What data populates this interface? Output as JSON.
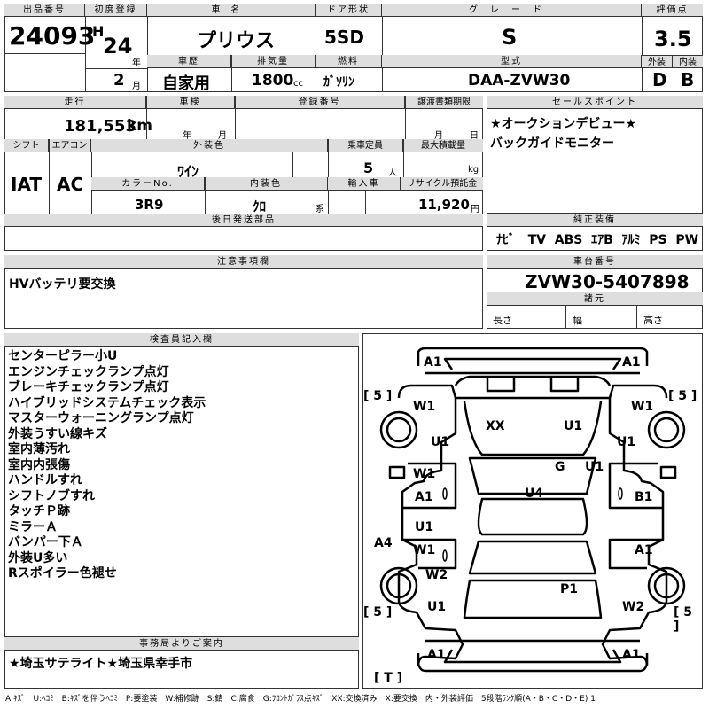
{
  "lot": {
    "label": "出品番号",
    "value": "24093"
  },
  "registration": {
    "label": "初度登録",
    "era": "H",
    "year": "24",
    "year_unit": "年",
    "month": "2",
    "month_unit": "月"
  },
  "car_name": {
    "label": "車名",
    "value": "プリウス"
  },
  "door": {
    "label": "ドア形状",
    "value": "5SD"
  },
  "grade": {
    "label": "グレード",
    "value": "S"
  },
  "score": {
    "label": "評価点",
    "value": "3.5",
    "exterior_label": "外装",
    "exterior_value": "D",
    "interior_label": "内装",
    "interior_value": "B"
  },
  "history": {
    "label": "車歴",
    "value": "自家用"
  },
  "displacement": {
    "label": "排気量",
    "value": "1800",
    "unit": "cc"
  },
  "fuel": {
    "label": "燃料",
    "value": "ｶﾞｿﾘﾝ"
  },
  "model": {
    "label": "型式",
    "value": "DAA-ZVW30"
  },
  "mileage": {
    "label": "走行",
    "value": "181,553",
    "unit": "km"
  },
  "inspection": {
    "label": "車検",
    "year_unit": "年",
    "month_unit": "月"
  },
  "reg_number": {
    "label": "登録番号"
  },
  "transfer": {
    "label": "譲渡書類期限",
    "month_unit": "月",
    "day_unit": "日"
  },
  "sales_point": {
    "label": "セールスポイント",
    "lines": [
      "★オークションデビュー★",
      "バックガイドモニター"
    ]
  },
  "shift": {
    "label": "シフト",
    "value": "IAT"
  },
  "aircon": {
    "label": "エアコン",
    "value": "AC"
  },
  "ext_color": {
    "label": "外装色",
    "value": "ﾜｲﾝ"
  },
  "capacity": {
    "label": "乗車定員",
    "value": "5",
    "unit": "人"
  },
  "max_load": {
    "label": "最大積載量",
    "unit": "kg"
  },
  "color_no": {
    "label": "カラーNo.",
    "value": "3R9"
  },
  "int_color": {
    "label": "内装色",
    "value": "ｸﾛ",
    "unit": "系"
  },
  "import": {
    "label": "輸入車"
  },
  "recycle": {
    "label": "リサイクル預託金",
    "value": "11,920",
    "unit": "円"
  },
  "later_parts": {
    "label": "後日発送部品"
  },
  "equipment": {
    "label": "純正装備",
    "items": [
      "ﾅﾋﾞ",
      "TV",
      "ABS",
      "ｴｱB",
      "ｱﾙﾐ",
      "PS",
      "PW"
    ]
  },
  "notes": {
    "label": "注意事項欄",
    "value": "HVバッテリ要交換"
  },
  "chassis": {
    "label": "車台番号",
    "value": "ZVW30-5407898"
  },
  "specs": {
    "label": "諸元",
    "length": "長さ",
    "width": "幅",
    "height": "高さ"
  },
  "inspector": {
    "label": "検査員記入欄",
    "lines": [
      "センターピラー小U",
      "エンジンチェックランプ点灯",
      "ブレーキチェックランプ点灯",
      "ハイブリッドシステムチェック表示",
      "マスターウォーニングランプ点灯",
      "外装うすい線キズ",
      "室内薄汚れ",
      "室内内張傷",
      "ハンドルすれ",
      "シフトノブすれ",
      "タッチＰ跡",
      "ミラーＡ",
      "バンパー下Ａ",
      "外装U多い",
      "Rスポイラー色褪せ"
    ]
  },
  "office": {
    "label": "事務局よりご案内",
    "value": "★埼玉サテライト★埼玉県幸手市"
  },
  "tires": {
    "fl": "5",
    "fr": "5",
    "rl": "5",
    "rr": "5",
    "spare": "T"
  },
  "damage": {
    "a1_tl": "A1",
    "a1_tr": "A1",
    "w1_l": "W1",
    "w1_r": "W1",
    "u1_l": "U1",
    "u1_r": "U1",
    "xx": "XX",
    "u1_hood": "U1",
    "g": "G",
    "u1_ws": "U1",
    "w1_fdl": "W1",
    "a1_fdl": "A1",
    "u4": "U4",
    "b1": "B1",
    "u1_rdl": "U1",
    "w1_rdl": "W1",
    "a4": "A4",
    "a1_rdr": "A1",
    "w2_l": "W2",
    "p1": "P1",
    "u1_rql": "U1",
    "w2_r": "W2",
    "a1_bl": "A1",
    "a1_br": "A1"
  },
  "legend": "A:ｷｽﾞ　U:ﾍｺﾐ　B:ｷｽﾞを伴うﾍｺﾐ　P:要塗装　W:補修跡　S:錆　C:腐食　G:ﾌﾛﾝﾄｶﾞﾗｽ点ｷｽﾞ　XX:交換済み　X:要交換　内・外装評価　5段階ﾗﾝｸ順(A・B・C・D・E) 1"
}
